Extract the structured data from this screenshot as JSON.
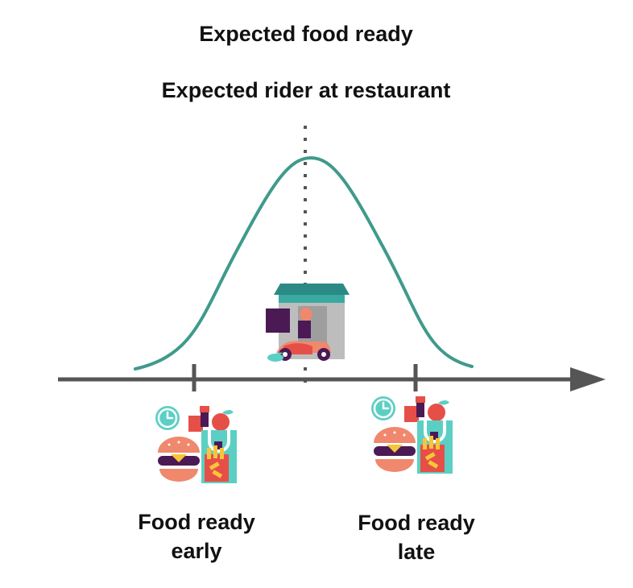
{
  "titles": {
    "expected_food_ready": "Expected food ready",
    "expected_rider": "Expected rider at restaurant"
  },
  "labels": {
    "early_line1": "Food ready",
    "early_line2": "early",
    "late_line1": "Food ready",
    "late_line2": "late"
  },
  "colors": {
    "curve": "#3f9a8c",
    "axis": "#555555",
    "teal": "#5ccfc4",
    "coral": "#f0886e",
    "red": "#e64f48",
    "purple": "#4b1a54",
    "yellow": "#f7c638",
    "grey": "#9e9e9e"
  },
  "icons": {
    "rider": "delivery-rider-at-restaurant-icon",
    "food_early": "food-order-early-icon",
    "food_late": "food-order-late-icon"
  }
}
